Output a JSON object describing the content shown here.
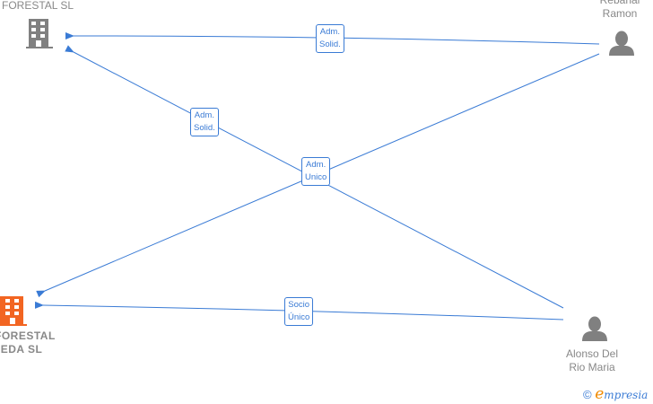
{
  "nodes": {
    "company_top": {
      "label": "FORESTAL SL",
      "icon": "building-icon",
      "color": "#808080"
    },
    "company_bottom": {
      "label_lines": [
        "FORESTAL",
        "EDA  SL"
      ],
      "icon": "building-icon",
      "color": "#f26522"
    },
    "person_ramon": {
      "label_lines": [
        "Rebanal",
        "Ramon"
      ],
      "icon": "person-icon"
    },
    "person_alonso": {
      "label_lines": [
        "Alonso Del",
        "Rio Maria",
        "..."
      ],
      "icon": "person-icon"
    }
  },
  "edges": [
    {
      "label_lines": [
        "Adm.",
        "Solid."
      ]
    },
    {
      "label_lines": [
        "Adm.",
        "Solid."
      ]
    },
    {
      "label_lines": [
        "Adm.",
        "Unico"
      ]
    },
    {
      "label_lines": [
        "Socio",
        "Único"
      ]
    }
  ],
  "colors": {
    "edge": "#3a7bd5",
    "brand_e": "#f08a00"
  },
  "brand": {
    "copyright": "©",
    "e": "e",
    "rest": "mpresia"
  }
}
